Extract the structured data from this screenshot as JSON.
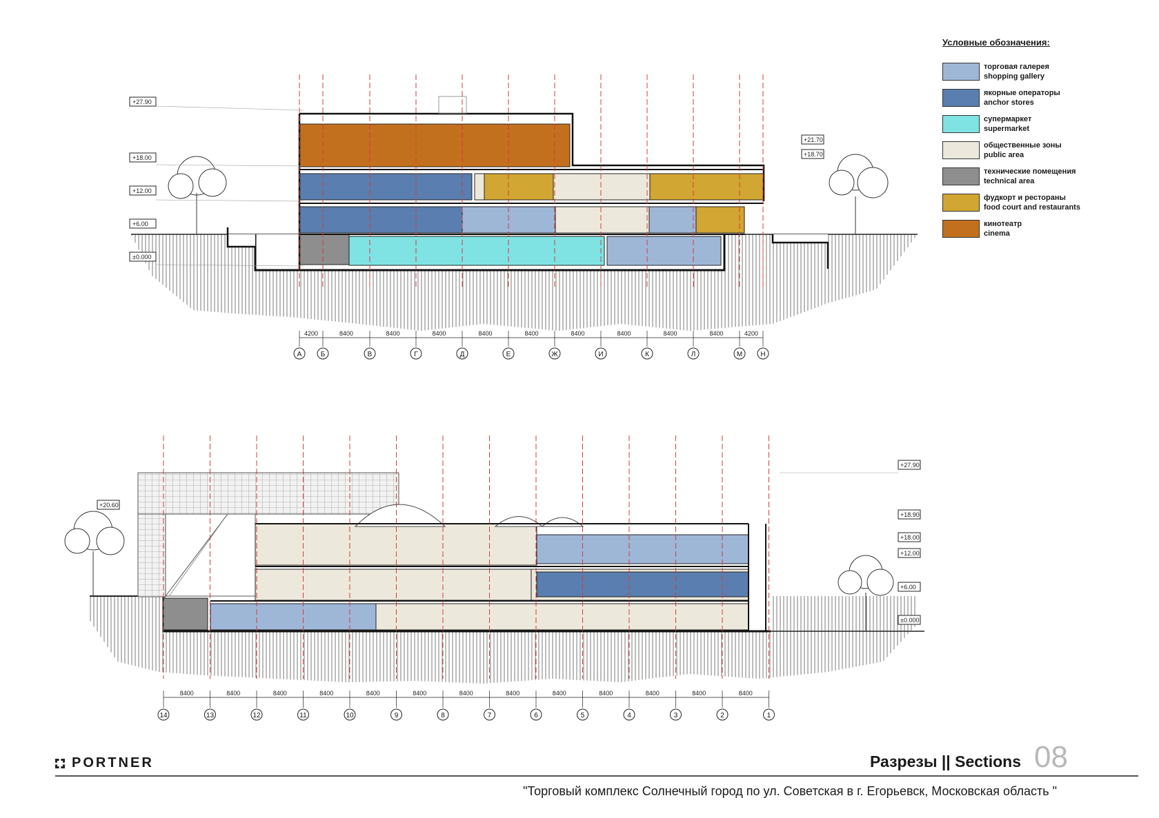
{
  "legend": {
    "title": "Условные обозначения:",
    "items": [
      {
        "ru": "торговая галерея",
        "en": "shopping gallery",
        "color": "#9eb7d7"
      },
      {
        "ru": "якорные операторы",
        "en": "anchor stores",
        "color": "#5a7eaf"
      },
      {
        "ru": "супермаркет",
        "en": "supermarket",
        "color": "#7fe3e3"
      },
      {
        "ru": "общественные зоны",
        "en": "public area",
        "color": "#ece9dc"
      },
      {
        "ru": "технические помещения",
        "en": "technical area",
        "color": "#8e8e8e"
      },
      {
        "ru": "фудкорт и рестораны",
        "en": "food court and restaurants",
        "color": "#d2a632"
      },
      {
        "ru": "кинотеатр",
        "en": "cinema",
        "color": "#c2701e"
      }
    ]
  },
  "section1": {
    "levels": [
      "+27.90",
      "+18.00",
      "+12.00",
      "+6.00",
      "±0.000",
      "+21.70",
      "+18.70"
    ],
    "axes": [
      "А",
      "Б",
      "В",
      "Г",
      "Д",
      "Е",
      "Ж",
      "И",
      "К",
      "Л",
      "М",
      "Н"
    ],
    "dims": [
      "4200",
      "8400",
      "8400",
      "8400",
      "8400",
      "8400",
      "8400",
      "8400",
      "8400",
      "8400",
      "4200"
    ]
  },
  "section2": {
    "levels": [
      "+27.90",
      "+20.60",
      "+18.90",
      "+18.00",
      "+12.00",
      "+6.00",
      "±0.000"
    ],
    "axes": [
      "14",
      "13",
      "12",
      "11",
      "10",
      "9",
      "8",
      "7",
      "6",
      "5",
      "4",
      "3",
      "2",
      "1"
    ],
    "dims": [
      "8400",
      "8400",
      "8400",
      "8400",
      "8400",
      "8400",
      "8400",
      "8400",
      "8400",
      "8400",
      "8400",
      "8400",
      "8400"
    ]
  },
  "footer": {
    "logo": "PORTNER",
    "title": "Разрезы || Sections",
    "sheet_number": "08",
    "subtitle": "\"Торговый комплекс Солнечный город по ул. Советская  в г. Егорьевск, Московская область \""
  }
}
